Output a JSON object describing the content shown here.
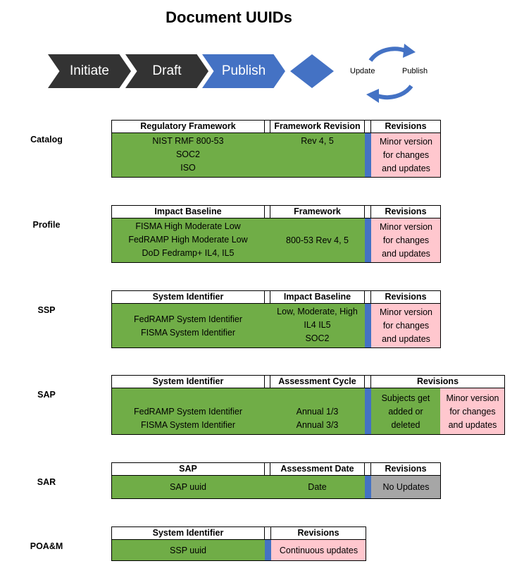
{
  "title": "Document UUIDs",
  "workflow": {
    "steps": [
      "Initiate",
      "Draft",
      "Publish"
    ]
  },
  "cycle": {
    "left_label": "Update",
    "right_label": "Publish"
  },
  "sections": {
    "catalog": {
      "label": "Catalog",
      "headers": [
        "Regulatory Framework",
        "Framework Revision",
        "Revisions"
      ],
      "col1": [
        "NIST RMF 800-53",
        "SOC2",
        "ISO"
      ],
      "col2": [
        "Rev 4, 5"
      ],
      "revisions": [
        "Minor version",
        "for changes",
        "and updates"
      ]
    },
    "profile": {
      "label": "Profile",
      "headers": [
        "Impact Baseline",
        "Framework",
        "Revisions"
      ],
      "col1": [
        "FISMA High Moderate Low",
        "FedRAMP High Moderate Low",
        "DoD Fedramp+ IL4, IL5"
      ],
      "col2": [
        "800-53 Rev 4, 5"
      ],
      "revisions": [
        "Minor version",
        "for changes",
        "and updates"
      ]
    },
    "ssp": {
      "label": "SSP",
      "headers": [
        "System Identifier",
        "Impact Baseline",
        "Revisions"
      ],
      "col1": [
        "FedRAMP System Identifier",
        "FISMA System Identifier"
      ],
      "col2": [
        "Low, Moderate, High",
        "IL4 IL5",
        "SOC2"
      ],
      "revisions": [
        "Minor version",
        "for changes",
        "and updates"
      ]
    },
    "sap": {
      "label": "SAP",
      "headers": [
        "System Identifier",
        "Assessment Cycle",
        "Revisions"
      ],
      "col1": [
        "FedRAMP System Identifier",
        "FISMA System Identifier"
      ],
      "col2": [
        "Annual 1/3",
        "Annual 3/3"
      ],
      "revisions_a": [
        "Subjects get",
        "added or",
        "deleted"
      ],
      "revisions_b": [
        "Minor version",
        "for changes",
        "and updates"
      ]
    },
    "sar": {
      "label": "SAR",
      "headers": [
        "SAP",
        "Assessment Date",
        "Revisions"
      ],
      "col1": [
        "SAP uuid"
      ],
      "col2": [
        "Date"
      ],
      "revisions": [
        "No Updates"
      ]
    },
    "poam": {
      "label": "POA&M",
      "headers": [
        "System Identifier",
        "Revisions"
      ],
      "col1": [
        "SSP uuid"
      ],
      "revisions": [
        "Continuous updates"
      ]
    }
  }
}
